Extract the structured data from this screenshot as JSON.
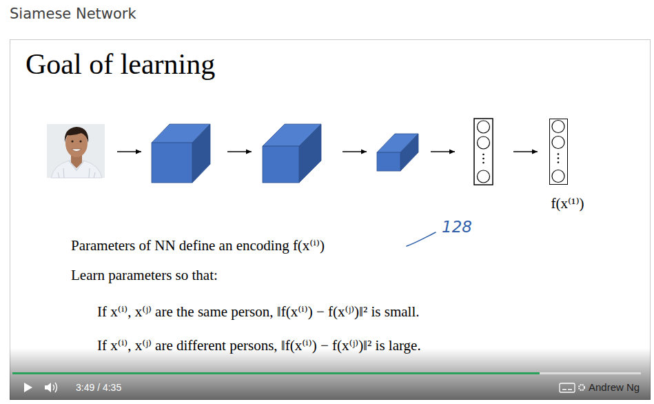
{
  "diagram": {
    "title": "Goal of learning",
    "nodes": [
      {
        "text": [
          "f(x⁽¹⁾)"
        ]
      }
    ],
    "labels": [
      "Siamese Network",
      "128",
      "Parameters of NN define an encoding f(x⁽ⁱ⁾)",
      "Learn parameters so that:",
      "If x⁽ⁱ⁾, x⁽ʲ⁾ are the same person, ‖f(x⁽ⁱ⁾) − f(x⁽ʲ⁾)‖² is small.",
      "If x⁽ⁱ⁾, x⁽ʲ⁾ are different persons, ‖f(x⁽ⁱ⁾) − f(x⁽ʲ⁾)‖² is large.",
      "3:49 / 4:35",
      "Andrew Ng"
    ]
  }
}
